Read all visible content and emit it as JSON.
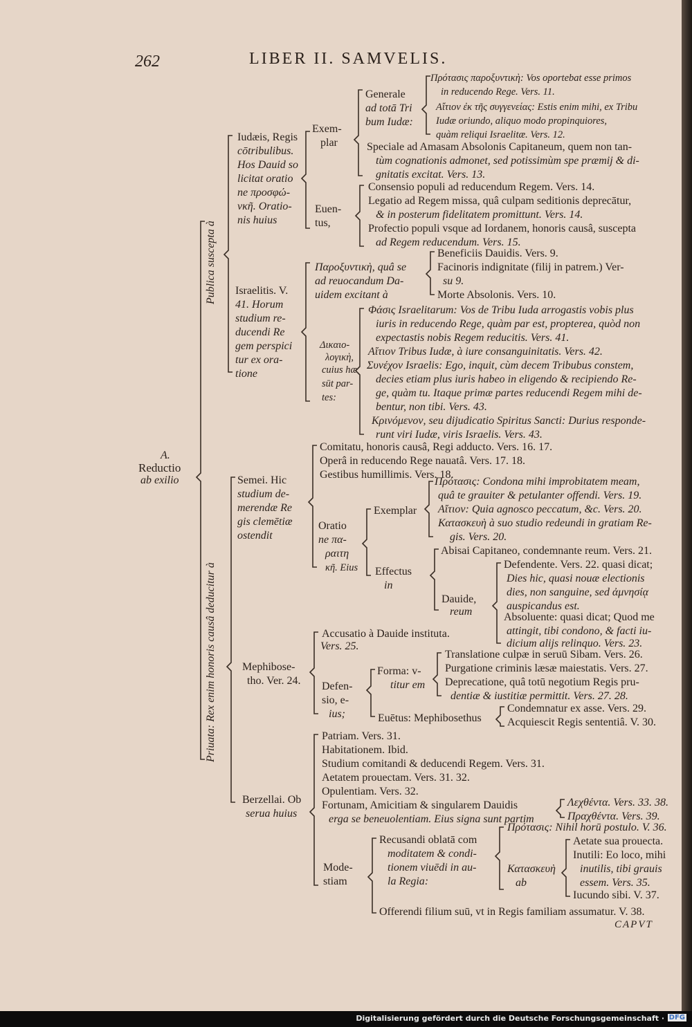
{
  "header": {
    "page_number": "262",
    "running_title": "LIBER II. SAMVELIS."
  },
  "catchword": "CAPVT",
  "footer": {
    "credit": "Digitalisierung gefördert durch die Deutsche Forschungsgemeinschaft ·",
    "logo": "DFG"
  },
  "vertical": {
    "publica": "Publica suscepta à",
    "priuata": "Priuata: Rex enim honoris causâ deducitur à"
  },
  "root": {
    "line1": "A.",
    "line2": "Reductio",
    "line3": "ab exilio"
  },
  "iudaeis": [
    "Iudæis, Regis",
    "cōtribulibus.",
    "Hos Dauid so",
    "licitat oratio",
    "ne προσφώ-",
    "νκῆ. Oratio-",
    "nis huius"
  ],
  "exemplar_label": [
    "Exem-",
    "plar"
  ],
  "generale": [
    "Generale",
    "ad totā Tri",
    "bum Iudæ:"
  ],
  "gen_items": [
    "Πρότασις παροξυντικὴ: Vos oportebat esse primos",
    "in reducendo Rege. Vers. 11.",
    "Αἴτιον ἐκ τῆς συγγενείας: Estis enim mihi, ex Tribu",
    "Iudæ oriundo, aliquo modo propinquiores,",
    "quàm reliqui Israelitæ. Vers. 12."
  ],
  "speciale": [
    "Speciale ad Amasam Absolonis Capitaneum, quem non tan-",
    "tùm cognationis admonet, sed potissimùm spe præmij & di-",
    "gnitatis excitat. Vers. 13."
  ],
  "euentus_label": [
    "Euen-",
    "tus,"
  ],
  "euentus": [
    "Consensio populi ad reducendum Regem. Vers. 14.",
    "Legatio ad Regem missa, quâ culpam seditionis deprecātur,",
    "& in posterum fidelitatem promittunt. Vers. 14.",
    "Profectio populi vsque ad Iordanem, honoris causâ, suscepta",
    "ad Regem reducendum. Vers. 15."
  ],
  "israelitis": [
    "Israelitis. V.",
    "41. Horum",
    "studium re-",
    "ducendi Re",
    "gem perspici",
    "tur ex ora-",
    "tione"
  ],
  "paroxyntike": [
    "Παροξυντικὴ, quâ se",
    "ad reuocandum Da-",
    "uidem excitant à"
  ],
  "paroxy_items": [
    "Beneficiis Dauidis. Vers. 9.",
    "Facinoris indignitate (filij in patrem.) Ver-",
    "su 9.",
    "Morte Absolonis. Vers. 10."
  ],
  "dikaio": [
    "Δικαιο-",
    "λογικὴ,",
    "cuius hæ",
    "sūt par-",
    "tes:"
  ],
  "dikaio_items": [
    "Φάσις Israelitarum: Vos de Tribu Iuda arrogastis vobis plus",
    "iuris in reducendo Rege, quàm par est, propterea, quòd non",
    "expectastis nobis Regem reducitis. Vers. 41.",
    "Αἴτιον Tribus Iudæ, à iure consanguinitatis. Vers. 42.",
    "Συνέχον Israelis: Ego, inquit, cùm decem Tribubus constem,",
    "decies etiam plus iuris habeo in eligendo & recipiendo Re-",
    "ge, quàm tu. Itaque primæ partes reducendi Regem mihi de-",
    "bentur, non tibi. Vers. 43.",
    "Κρινόμενον, seu dijudicatio Spiritus Sancti: Durius responde-",
    "runt viri Iudæ, viris Israelis. Vers. 43."
  ],
  "semei_top": [
    "Comitatu, honoris causâ, Regi adducto. Vers. 16. 17.",
    "Operâ in reducendo Rege nauatâ. Vers. 17. 18.",
    "Gestibus humillimis. Vers. 18."
  ],
  "semei": [
    "Semei. Hic",
    "studium de-",
    "merendæ Re",
    "gis clemētiæ",
    "ostendit"
  ],
  "oratio": [
    "Oratio",
    "ne πα-",
    "ραιτη",
    "κῆ. Eius"
  ],
  "exemplar2": "Exemplar",
  "exemplar2_items": [
    "Πρότασις: Condona mihi improbitatem meam,",
    "quâ te grauiter & petulanter offendi. Vers. 19.",
    "Αἴτιον: Quia agnosco peccatum, &c. Vers. 20.",
    "Κατασκευὴ à suo studio redeundi in gratiam Re-",
    "gis. Vers. 20."
  ],
  "effectus": [
    "Effectus",
    "in"
  ],
  "abisai": "Abisai Capitaneo, condemnante reum. Vers. 21.",
  "dauide": [
    "Dauide,",
    "reum"
  ],
  "defendente": [
    "Defendente. Vers. 22. quasi dicat;",
    "Dies hic, quasi nouæ electionis",
    "dies, non sanguine, sed ἀμνησίᾳ",
    "auspicandus est."
  ],
  "absoluente": [
    "Absoluente: quasi dicat; Quod me",
    "attingit, tibi condono, & facti iu-",
    "dicium alijs relinquo. Vers. 23."
  ],
  "mephi_top": [
    "Accusatio à Dauide instituta.",
    "Vers. 25."
  ],
  "mephi": [
    "Mephibose-",
    "tho. Ver. 24."
  ],
  "defensio": [
    "Defen-",
    "sio, e-",
    "ius;"
  ],
  "forma": [
    "Forma: v-",
    "titur em"
  ],
  "forma_items": [
    "Translatione culpæ in seruū Sibam. Vers. 26.",
    "Purgatione criminis læsæ maiestatis. Vers. 27.",
    "Deprecatione, quâ totū negotium Regis pru-",
    "dentiæ & iustitiæ permittit. Vers. 27. 28."
  ],
  "euetus": "Euētus: Mephibosethus",
  "euetus_items": [
    "Condemnatur ex asse. Vers. 29.",
    "Acquiescit Regis sententiâ. V. 30."
  ],
  "berz_items": [
    "Patriam. Vers. 31.",
    "Habitationem. Ibid.",
    "Studium comitandi & deducendi Regem. Vers. 31.",
    "Aetatem prouectam. Vers. 31. 32.",
    "Opulentiam. Vers. 32.",
    "Fortunam, Amicitiam & singularem Dauidis",
    "erga se beneuolentiam. Eius signa sunt partim"
  ],
  "fortunam_items": [
    "Λεχθέντα. Vers. 33. 38.",
    "Πραχθέντα. Vers. 39."
  ],
  "berz": [
    "Berzellai. Ob",
    "serua huius"
  ],
  "modestiam": [
    "Mode-",
    "stiam"
  ],
  "recusandi": [
    "Recusandi oblatā com",
    "moditatem & condi-",
    "tionem viuēdi in au-",
    "la Regia:"
  ],
  "protasis2": "Πρότασις: Nihil horū postulo. V. 36.",
  "kataskeue": [
    "Κατασκευὴ",
    "ab"
  ],
  "kat_items": [
    "Aetate sua prouecta.",
    "Inutili: Eo loco, mihi",
    "inutilis, tibi grauis",
    "essem. Vers. 35.",
    "Iucundo sibi. V. 37."
  ],
  "offerendi": "Offerendi filium suū, vt in Regis familiam assumatur. V. 38."
}
